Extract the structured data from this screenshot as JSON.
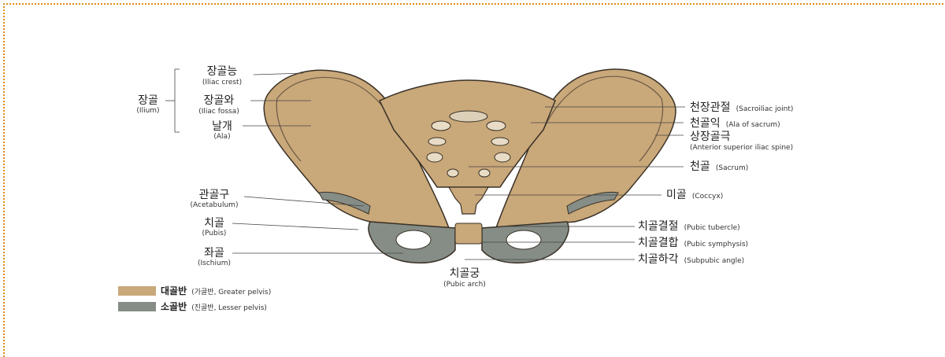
{
  "colors": {
    "greater_pelvis": "#c9a87a",
    "lesser_pelvis": "#858d86",
    "bone_outline": "#3a3126",
    "frame_border": "#e08a18"
  },
  "ilium": {
    "ko": "장골",
    "en": "(Ilium)"
  },
  "left_labels": [
    {
      "ko": "장골능",
      "en": "(Iliac crest)"
    },
    {
      "ko": "장골와",
      "en": "(Iliac fossa)"
    },
    {
      "ko": "날개",
      "en": "(Ala)"
    },
    {
      "ko": "관골구",
      "en": "(Acetabulum)"
    },
    {
      "ko": "치골",
      "en": "(Pubis)"
    },
    {
      "ko": "좌골",
      "en": "(Ischium)"
    }
  ],
  "right_labels": [
    {
      "ko": "천장관절",
      "en": "(Sacroiliac joint)"
    },
    {
      "ko": "천골익",
      "en": "(Ala of sacrum)"
    },
    {
      "ko": "상장골극",
      "en": "(Anterior superior iliac spine)"
    },
    {
      "ko": "천골",
      "en": "(Sacrum)"
    },
    {
      "ko": "미골",
      "en": "(Coccyx)"
    },
    {
      "ko": "치골결절",
      "en": "(Pubic tubercle)"
    },
    {
      "ko": "치골결합",
      "en": "(Pubic symphysis)"
    },
    {
      "ko": "치골하각",
      "en": "(Subpubic angle)"
    }
  ],
  "bottom_label": {
    "ko": "치골궁",
    "en": "(Pubic arch)"
  },
  "legend": [
    {
      "ko": "대골반",
      "detail": "(가골반, Greater pelvis)"
    },
    {
      "ko": "소골반",
      "detail": "(진골반, Lesser pelvis)"
    }
  ]
}
